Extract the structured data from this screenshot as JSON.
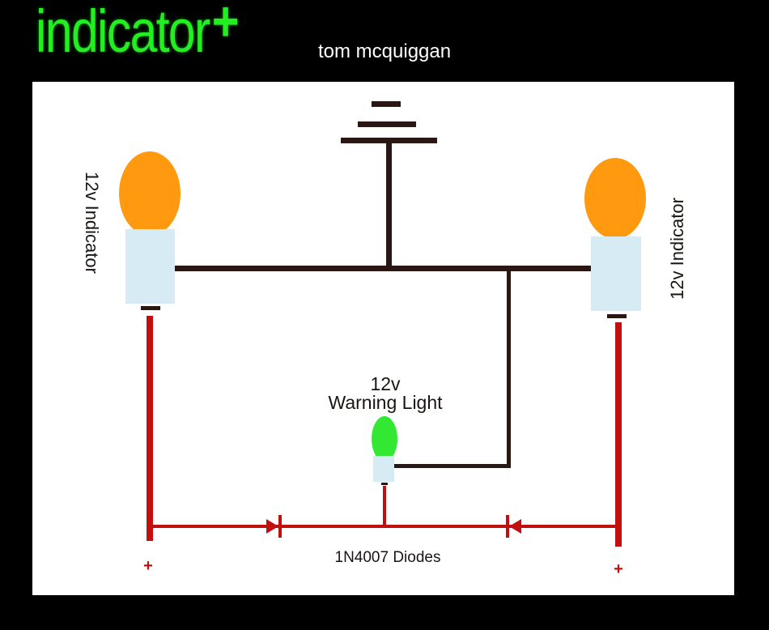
{
  "header": {
    "title": "indicator",
    "title_suffix": "+",
    "author": "tom mcquiggan"
  },
  "diagram": {
    "left_lamp_label": "12v Indicator",
    "right_lamp_label": "12v Indicator",
    "warning_label_line1": "12v",
    "warning_label_line2": "Warning Light",
    "diode_label": "1N4007 Diodes",
    "left_terminal": "+",
    "right_terminal": "+",
    "colors": {
      "indicator_bulb": "#ff9a10",
      "warning_bulb": "#33e833",
      "lamp_base": "#d6ebf3",
      "ground_wire": "#2a1612",
      "positive_wire": "#c01010",
      "title_green": "#22ee22"
    }
  }
}
